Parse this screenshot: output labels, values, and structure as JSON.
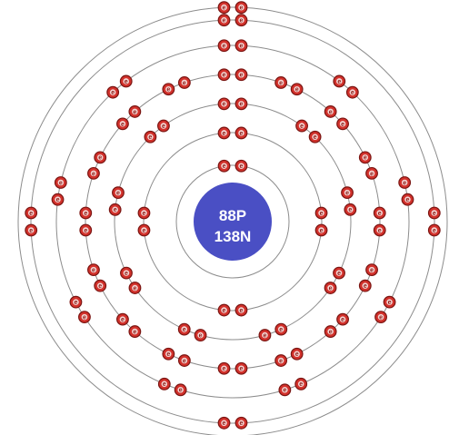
{
  "nucleus": {
    "protons_label": "88P",
    "neutrons_label": "138N",
    "color": "#4a4fc4"
  },
  "electron": {
    "symbol": "e",
    "color": "#d2312b"
  },
  "shells": [
    {
      "electrons": 2
    },
    {
      "electrons": 8
    },
    {
      "electrons": 18
    },
    {
      "electrons": 32
    },
    {
      "electrons": 18
    },
    {
      "electrons": 8
    },
    {
      "electrons": 2
    }
  ]
}
